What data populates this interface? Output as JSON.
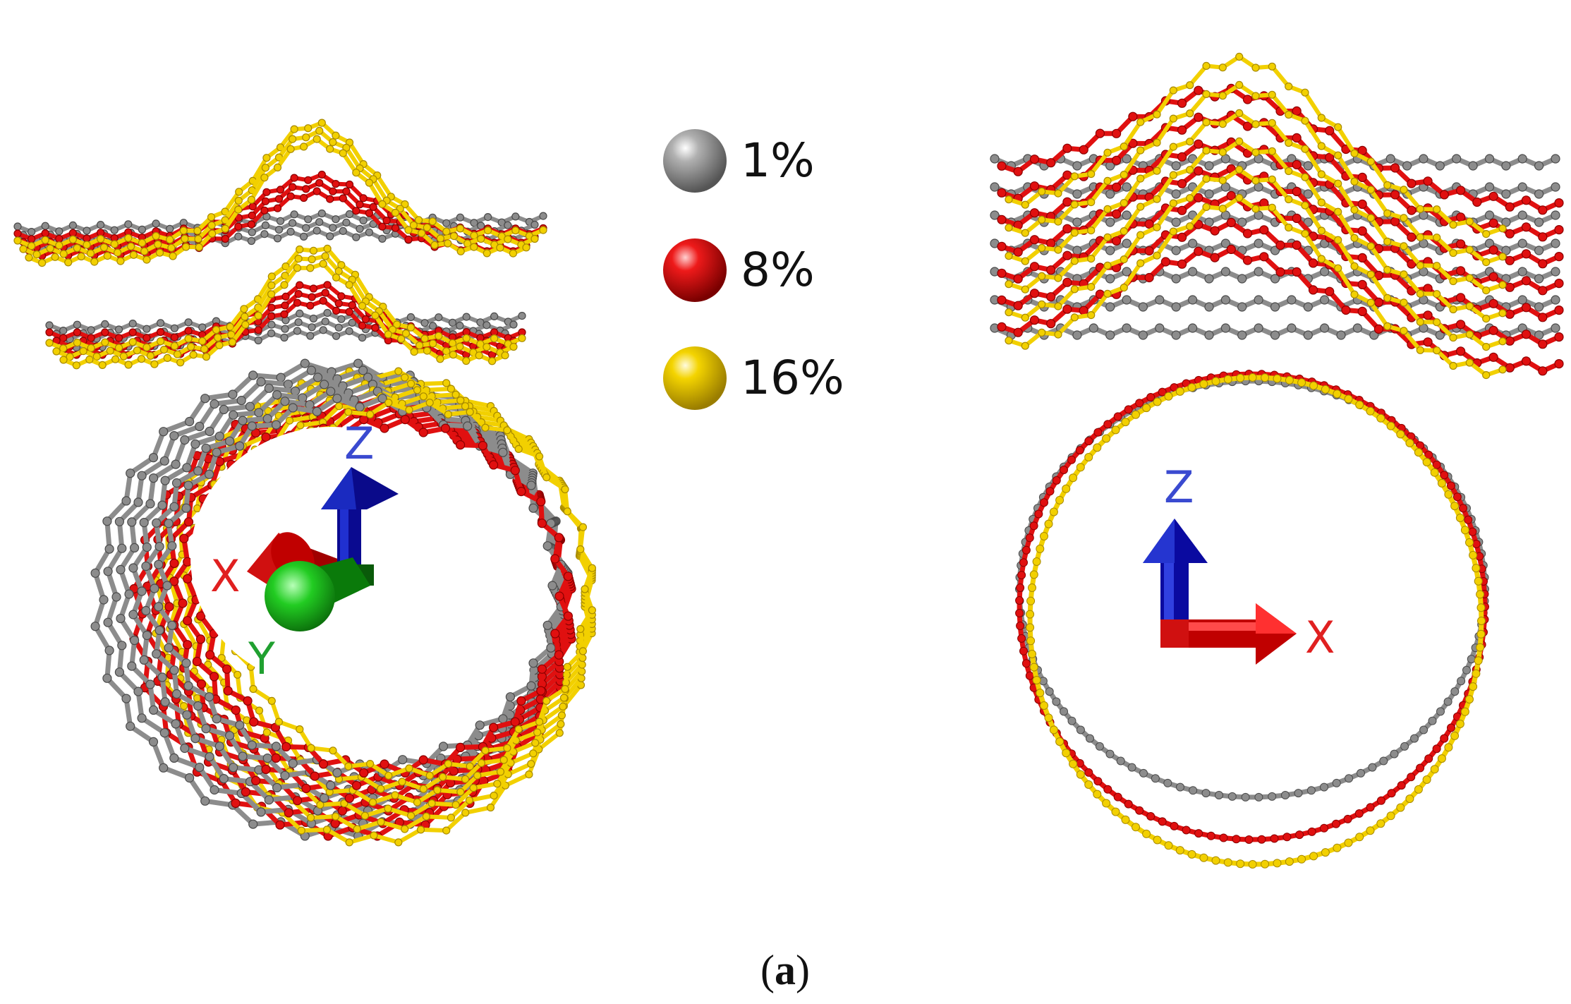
{
  "legend": {
    "items": [
      {
        "label": "1%",
        "color": "#8c8c8c"
      },
      {
        "label": "8%",
        "color": "#e01010"
      },
      {
        "label": "16%",
        "color": "#f2d000"
      }
    ]
  },
  "colors": {
    "strain_1": "#8c8c8c",
    "strain_8": "#e01010",
    "strain_16": "#f2d000",
    "axis_x": "#e02020",
    "axis_y": "#20c020",
    "axis_z": "#1010b0",
    "axis_z_label": "#3a4ad0",
    "axis_y_label": "#20a030"
  },
  "left_view": {
    "axes": {
      "x": "X",
      "y": "Y",
      "z": "Z"
    }
  },
  "right_view": {
    "axes": {
      "x": "X",
      "z": "Z"
    }
  },
  "caption": {
    "open_paren": "(",
    "letter": "a",
    "close_paren": ")"
  }
}
